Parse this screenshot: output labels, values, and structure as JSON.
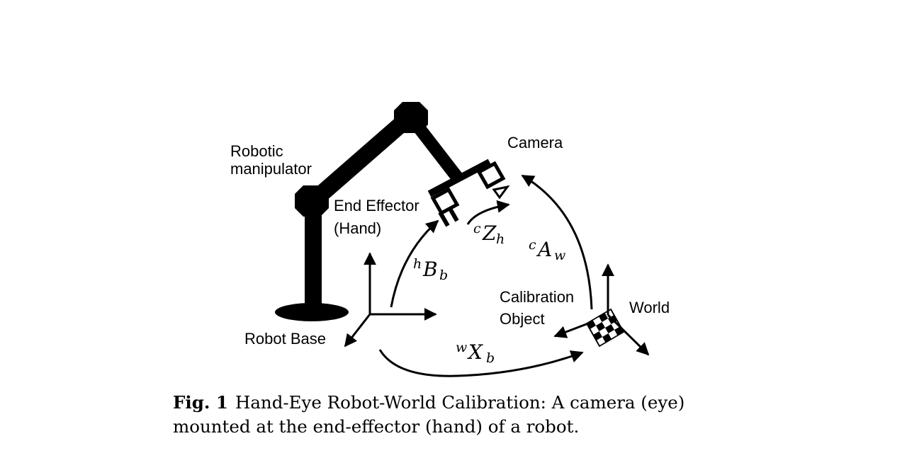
{
  "labels": {
    "robotic_manipulator_line1": "Robotic",
    "robotic_manipulator_line2": "manipulator",
    "camera": "Camera",
    "end_effector_line1": "End Effector",
    "end_effector_line2": "(Hand)",
    "calibration_line1": "Calibration",
    "calibration_line2": "Object",
    "world": "World",
    "robot_base": "Robot Base"
  },
  "transforms": {
    "cZh": {
      "sup": "c",
      "main": "Z",
      "sub": "h"
    },
    "cAw": {
      "sup": "c",
      "main": "A",
      "sub": "w"
    },
    "hBb": {
      "sup": "h",
      "main": "B",
      "sub": "b"
    },
    "wXb": {
      "sup": "w",
      "main": "X",
      "sub": "b"
    }
  },
  "caption": {
    "figure_label": "Fig. 1",
    "text": "Hand-Eye Robot-World Calibration: A camera (eye) mounted at the end-effector (hand) of a robot."
  }
}
